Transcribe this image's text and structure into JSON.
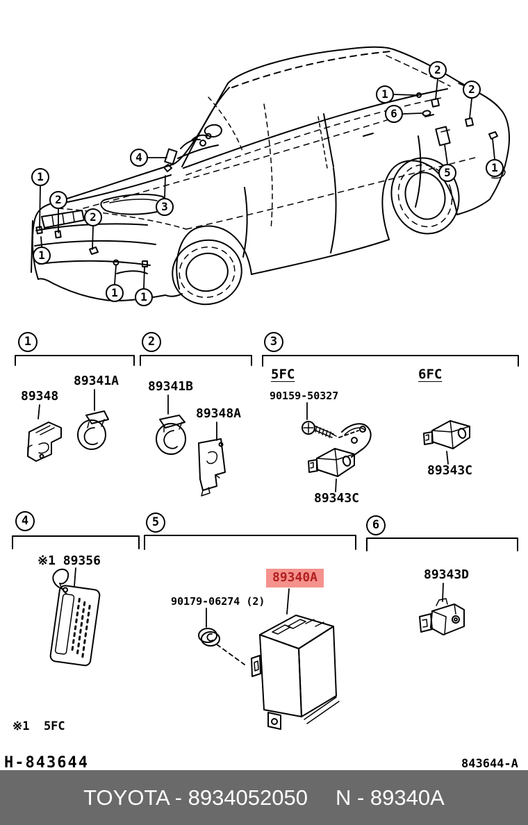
{
  "figure": {
    "description": "vehicle transmitter and sensor location line drawing",
    "callouts": [
      "1",
      "2",
      "2",
      "1",
      "1",
      "1",
      "4",
      "3",
      "1",
      "2",
      "2",
      "6",
      "5",
      "1"
    ]
  },
  "sections": [
    {
      "num": "1",
      "parts": [
        "89348",
        "89341A"
      ]
    },
    {
      "num": "2",
      "parts": [
        "89341B",
        "89348A"
      ]
    },
    {
      "num": "3",
      "variants": [
        "5FC",
        "6FC"
      ],
      "parts": [
        "90159-50327",
        "89343C",
        "89343C"
      ]
    },
    {
      "num": "4",
      "parts": [
        "※1 89356"
      ]
    },
    {
      "num": "5",
      "parts": [
        "90179-06274 (2)",
        "89340A"
      ]
    },
    {
      "num": "6",
      "parts": [
        "89343D"
      ]
    }
  ],
  "footnote": "※1  5FC",
  "doc": {
    "page_code": "H-843644",
    "figure_code": "843644-A"
  },
  "footer": {
    "left": "TOYOTA - 8934052050",
    "right": "N - 89340A"
  },
  "colors": {
    "highlight_bg": "#F5928D",
    "highlight_text": "#B02020",
    "footer_bg": "#6A6A6A",
    "footer_text": "#FFFFFF",
    "ink": "#000000",
    "page_bg": "#FFFFFF"
  }
}
